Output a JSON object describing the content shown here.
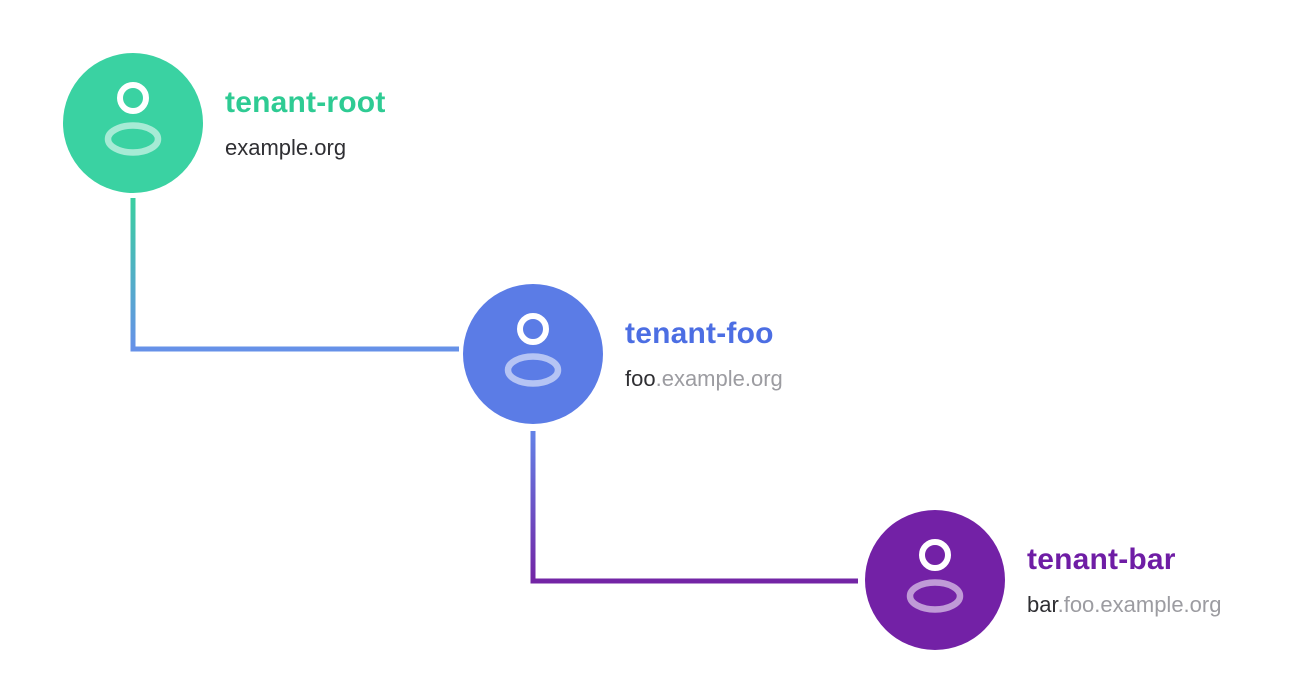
{
  "diagram": {
    "type": "tenant-hierarchy-tree",
    "background_color": "#ffffff",
    "nodes": [
      {
        "id": "tenant-root",
        "name": "tenant-root",
        "domain_own": "example.org",
        "domain_parent": "",
        "circle_color": "#3ad2a2",
        "label_color": "#2ecb93",
        "icon": "user-icon"
      },
      {
        "id": "tenant-foo",
        "name": "tenant-foo",
        "domain_own": "foo",
        "domain_parent": ".example.org",
        "circle_color": "#5b7ce6",
        "label_color": "#4c6ee3",
        "icon": "user-icon"
      },
      {
        "id": "tenant-bar",
        "name": "tenant-bar",
        "domain_own": "bar",
        "domain_parent": ".foo.example.org",
        "circle_color": "#7321a6",
        "label_color": "#6f1da5",
        "icon": "user-icon"
      }
    ],
    "edges": [
      {
        "from": "tenant-root",
        "to": "tenant-foo",
        "style": "elbow-down-right",
        "gradient_start": "#3acfa0",
        "gradient_end": "#6691e8"
      },
      {
        "from": "tenant-foo",
        "to": "tenant-bar",
        "style": "elbow-down-right",
        "gradient_start": "#6383e8",
        "gradient_end": "#7325a5"
      }
    ],
    "text_colors": {
      "domain_emphasis": "#2f2f33",
      "domain_muted": "#9c9ca1"
    }
  }
}
